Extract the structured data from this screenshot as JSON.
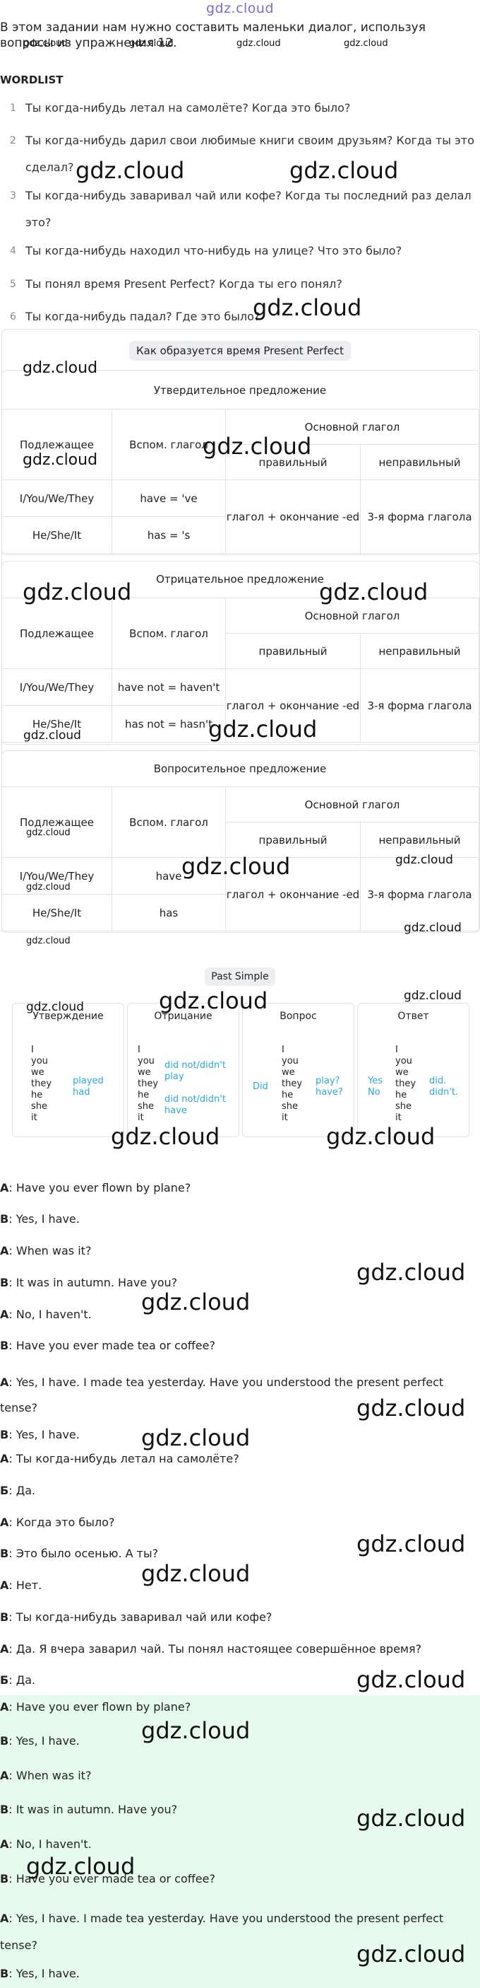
{
  "logo": "gdz.cloud",
  "intro": "В этом задании нам нужно составить маленьки диалог, используя вопросы из упражнения 12.",
  "wordlist_title": "WORDLIST",
  "wordlist": [
    {
      "num": "1",
      "text": "Ты когда-нибудь летал на самолёте? Когда это было?"
    },
    {
      "num": "2",
      "text": "Ты когда-нибудь дарил свои любимые книги своим друзьям? Когда ты это сделал?"
    },
    {
      "num": "3",
      "text": "Ты когда-нибудь заваривал чай или кофе? Когда ты последний раз делал это?"
    },
    {
      "num": "4",
      "text": "Ты когда-нибудь находил что-нибудь на улице? Что это было?"
    },
    {
      "num": "5",
      "text": "Ты понял время Present Perfect? Когда ты его понял?"
    },
    {
      "num": "6",
      "text": "Ты когда-нибудь падал? Где это было?"
    }
  ],
  "grammar": {
    "title": "Как образуется время Present Perfect",
    "headers": {
      "subject": "Подлежащее",
      "aux": "Вспом. глагол",
      "main": "Основной глагол",
      "regular": "правильный",
      "irregular": "неправильный"
    },
    "affirmative": {
      "title": "Утвердительное предложение",
      "rows": [
        {
          "subj": "I/You/We/They",
          "aux": "have = 've"
        },
        {
          "subj": "He/She/It",
          "aux": "has = 's"
        }
      ],
      "regular": "глагол + окончание -ed",
      "irregular": "3-я форма глагола"
    },
    "negative": {
      "title": "Отрицательное предложение",
      "rows": [
        {
          "subj": "I/You/We/They",
          "aux": "have not = haven't"
        },
        {
          "subj": "He/She/It",
          "aux": "has not = hasn't"
        }
      ],
      "regular": "глагол + окончание -ed",
      "irregular": "3-я форма глагола"
    },
    "question": {
      "title": "Вопросительное предложение",
      "rows": [
        {
          "subj": "I/You/We/They",
          "aux": "have"
        },
        {
          "subj": "He/She/It",
          "aux": "has"
        }
      ],
      "regular": "глагол + окончание -ed",
      "irregular": "3-я форма глагола"
    }
  },
  "past_simple": {
    "title": "Past Simple",
    "pronouns": "I\nyou\nwe\nthey\nhe\nshe\nit",
    "affirmative": {
      "title": "Утверждение",
      "verbs": "played\nhad"
    },
    "negative": {
      "title": "Отрицание",
      "verbs": "did not/didn't play\n\ndid not/didn't have"
    },
    "question": {
      "title": "Вопрос",
      "aux": "Did",
      "verbs": "play?\nhave?"
    },
    "answer": {
      "title": "Ответ",
      "yesno": "Yes\nNo",
      "verbs": "did.\ndidn't."
    }
  },
  "dialog_en": [
    {
      "speaker": "A",
      "text": "Have you ever flown by plane?"
    },
    {
      "speaker": "B",
      "text": "Yes, I have."
    },
    {
      "speaker": "A",
      "text": "When was it?"
    },
    {
      "speaker": "B",
      "text": "It was in autumn. Have you?"
    },
    {
      "speaker": "A",
      "text": "No, I haven't."
    },
    {
      "speaker": "B",
      "text": "Have you ever made tea or coffee?"
    },
    {
      "speaker": "A",
      "text": "Yes, I have. I made tea yesterday. Have you understood the present perfect tense?"
    },
    {
      "speaker": "B",
      "text": "Yes, I have."
    }
  ],
  "dialog_ru": [
    {
      "speaker": "А",
      "text": "Ты когда-нибудь летал на самолёте?"
    },
    {
      "speaker": "Б",
      "text": "Да."
    },
    {
      "speaker": "А",
      "text": "Когда это было?"
    },
    {
      "speaker": "В",
      "text": "Это было осенью. А ты?"
    },
    {
      "speaker": "А",
      "text": "Нет."
    },
    {
      "speaker": "В",
      "text": "Ты когда-нибудь заваривал чай или кофе?"
    },
    {
      "speaker": "А",
      "text": "Да. Я вчера заварил чай. Ты понял настоящее совершённое время?"
    },
    {
      "speaker": "Б",
      "text": "Да."
    }
  ],
  "dialog_answer": [
    {
      "speaker": "A",
      "text": "Have you ever flown by plane?"
    },
    {
      "speaker": "B",
      "text": "Yes, I have."
    },
    {
      "speaker": "A",
      "text": "When was it?"
    },
    {
      "speaker": "B",
      "text": "It was in autumn. Have you?"
    },
    {
      "speaker": "A",
      "text": "No, I haven't."
    },
    {
      "speaker": "B",
      "text": "Have you ever made tea or coffee?"
    },
    {
      "speaker": "A",
      "text": "Yes, I have. I made tea yesterday. Have you understood the present perfect tense?"
    },
    {
      "speaker": "B",
      "text": "Yes, I have."
    }
  ],
  "watermark": "gdz.cloud"
}
